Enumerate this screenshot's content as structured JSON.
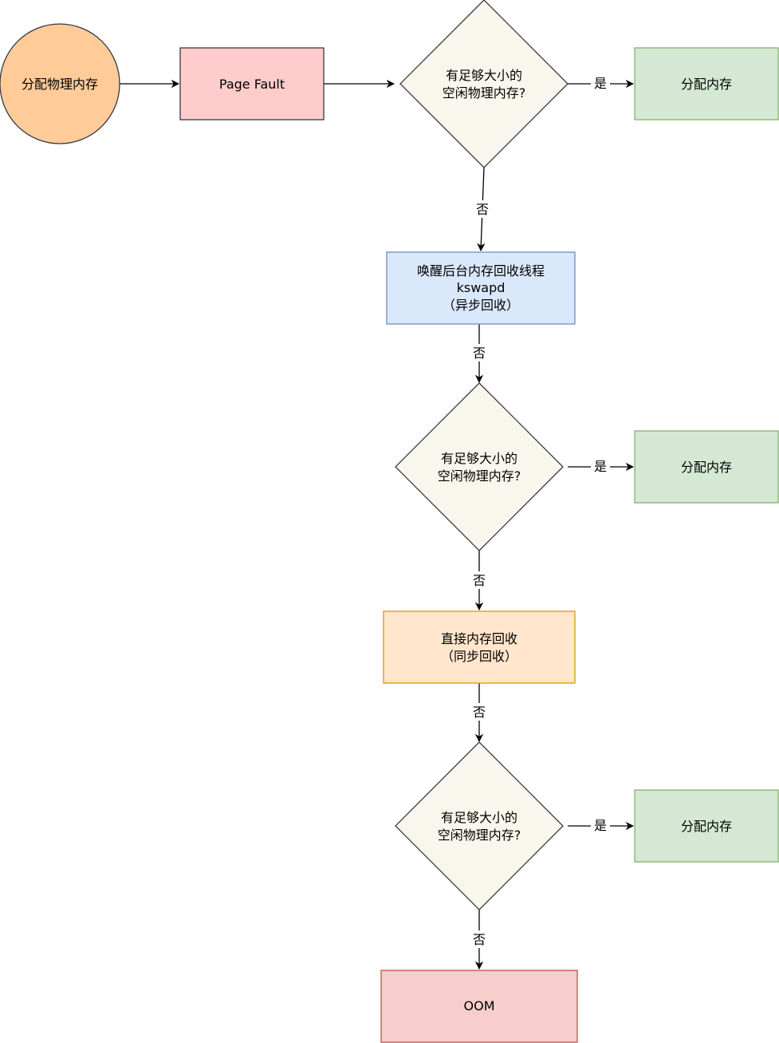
{
  "diagram": {
    "start": {
      "label": "分配物理内存",
      "fill": "#ffcc99",
      "stroke": "#36393d"
    },
    "page_fault": {
      "label": "Page Fault",
      "fill": "#ffcccc",
      "stroke": "#36393d"
    },
    "decision_1": {
      "lines": [
        "有足够大小的",
        "空闲物理内存?"
      ],
      "fill": "#f9f7ed",
      "stroke": "#36393d"
    },
    "alloc_1": {
      "label": "分配内存",
      "fill": "#d5e8d4",
      "stroke": "#82b366"
    },
    "kswapd": {
      "lines": [
        "唤醒后台内存回收线程",
        "kswapd",
        "（异步回收）"
      ],
      "fill": "#dae8fc",
      "stroke": "#6c8ebf"
    },
    "decision_2": {
      "lines": [
        "有足够大小的",
        "空闲物理内存?"
      ],
      "fill": "#f9f7ed",
      "stroke": "#36393d"
    },
    "alloc_2": {
      "label": "分配内存",
      "fill": "#d5e8d4",
      "stroke": "#82b366"
    },
    "direct_reclaim": {
      "lines": [
        "直接内存回收",
        "（同步回收）"
      ],
      "fill": "#ffe6cc",
      "stroke": "#d79b00"
    },
    "decision_3": {
      "lines": [
        "有足够大小的",
        "空闲物理内存?"
      ],
      "fill": "#f9f7ed",
      "stroke": "#36393d"
    },
    "alloc_3": {
      "label": "分配内存",
      "fill": "#d5e8d4",
      "stroke": "#82b366"
    },
    "oom": {
      "label": "OOM",
      "fill": "#f8cecc",
      "stroke": "#b85450"
    },
    "edges": {
      "d1_yes": "是",
      "d1_no": "否",
      "kswapd_no": "否",
      "d2_yes": "是",
      "d2_no": "否",
      "direct_no": "否",
      "d3_yes": "是",
      "d3_no": "否"
    }
  }
}
